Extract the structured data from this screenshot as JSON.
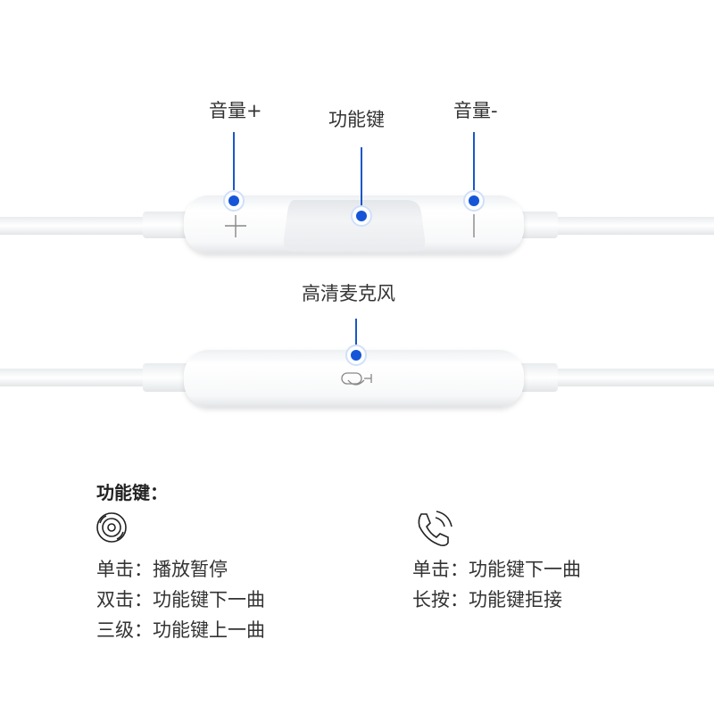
{
  "callouts": {
    "volume_up": "音量+",
    "function_key": "功能键",
    "volume_down": "音量-",
    "microphone": "高清麦克风"
  },
  "functions": {
    "title": "功能键：",
    "music_icon": "disc-icon",
    "phone_icon": "phone-icon",
    "music_rows": [
      {
        "key": "单击：",
        "value": "播放暂停"
      },
      {
        "key": "双击：",
        "value": "功能键下一曲"
      },
      {
        "key": "三级：",
        "value": "功能键上一曲"
      }
    ],
    "phone_rows": [
      {
        "key": "单击：",
        "value": "功能键下一曲"
      },
      {
        "key": "长按：",
        "value": "功能键拒接"
      }
    ]
  },
  "colors": {
    "accent": "#1556d8",
    "line": "#1a57c9",
    "cable": "#f4f6f7",
    "text": "#333333"
  }
}
